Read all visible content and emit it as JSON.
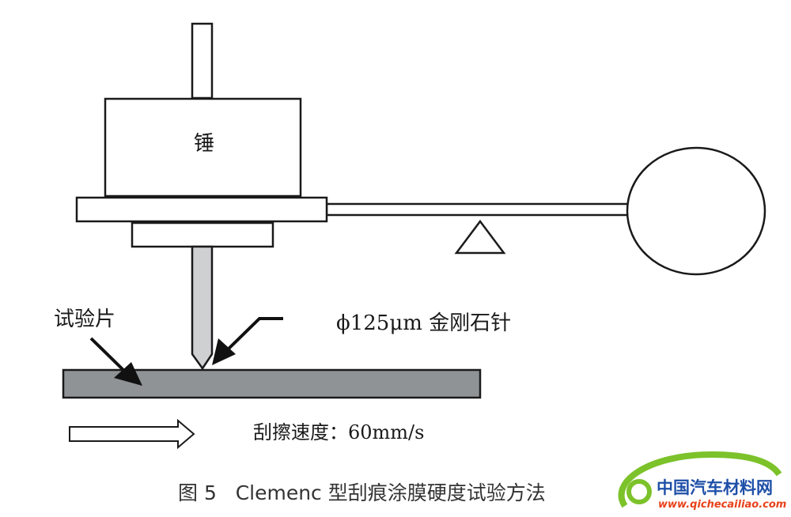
{
  "labels": {
    "weight": "锤",
    "specimen": "试验片",
    "stylus": "ϕ125μm 金刚石针",
    "speed": "刮擦速度：60mm/s"
  },
  "caption": "图 5   Clemenc 型刮痕涂膜硬度试验方法",
  "watermark": {
    "name": "中国汽车材料网",
    "url": "www.qichecailiao.com"
  },
  "colors": {
    "specimen_fill": "#8f9396",
    "stylus_fill": "#cfd0d2",
    "watermark_green": "#7cc22a",
    "watermark_blue": "#1e4fa8",
    "watermark_red": "#e8421a"
  }
}
